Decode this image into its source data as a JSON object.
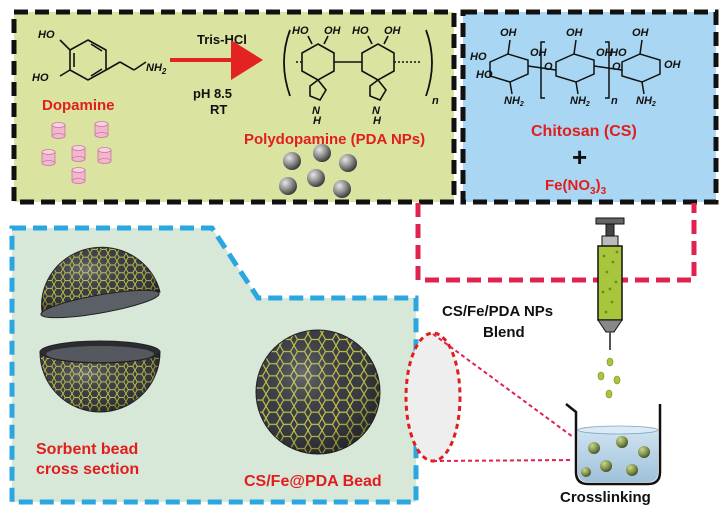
{
  "colors": {
    "top_left_bg": "#dbe3a0",
    "top_right_bg": "#a9d6f2",
    "bottom_bg": "#d7e8d9",
    "black_dash": "#111111",
    "blue_dash": "#2aa6e0",
    "pink_dash": "#e0234e",
    "red_text": "#e21d1d",
    "arrow_red": "#e32222",
    "bead_dark": "#3a3d44",
    "bead_mesh": "#c9c94a",
    "syringe_fluid": "#a8c63c",
    "pink_cylinder": "#f4b5cf"
  },
  "dopamine": {
    "label": "Dopamine",
    "oh1": "HO",
    "oh2": "HO",
    "amine": "NH",
    "amine_sub": "2"
  },
  "reaction": {
    "reagent": "Tris-HCl",
    "ph": "pH 8.5",
    "temp": "RT"
  },
  "polydopamine": {
    "label": "Polydopamine (PDA NPs)",
    "oh_a": "HO",
    "oh_b": "OH",
    "oh_c": "HO",
    "oh_d": "OH",
    "nh_a": "H",
    "nh_b": "H",
    "nh_n_a": "N",
    "nh_n_b": "N",
    "subscript_n": "n"
  },
  "chitosan": {
    "label": "Chitosan (CS)",
    "plus": "+",
    "iron_salt": "Fe(NO",
    "iron_sub": "3",
    "iron_close": ")",
    "iron_sub2": "3",
    "oh_labels": [
      "OH",
      "OH",
      "OH",
      "HO",
      "HO",
      "OH",
      "OH",
      "OH",
      "HO"
    ],
    "nh2": "NH",
    "nh2_sub": "2",
    "subscript_n": "n",
    "bridge_o": "O"
  },
  "blend": {
    "line1": "CS/Fe/PDA NPs",
    "line2": "Blend"
  },
  "crosslinking": {
    "label": "Crosslinking"
  },
  "sorbent": {
    "line1": "Sorbent bead",
    "line2": "cross section"
  },
  "bead": {
    "label": "CS/Fe@PDA Bead"
  }
}
